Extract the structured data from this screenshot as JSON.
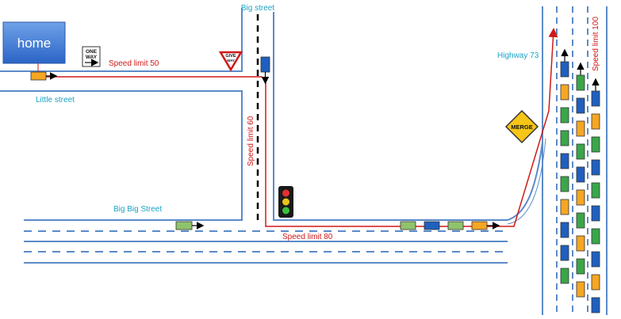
{
  "home": {
    "label": "home"
  },
  "streets": {
    "big_street": "Big street",
    "little_street": "Little street",
    "big_big_street": "Big Big Street",
    "highway": "Highway 73"
  },
  "speed_limits": {
    "little_street": "Speed limit 50",
    "big_street": "Speed limit 60",
    "big_big_street": "Speed limit 80",
    "highway": "Speed limit 100"
  },
  "signs": {
    "one_way_line1": "ONE",
    "one_way_line2": "WAY",
    "give_way_line1": "GIVE",
    "give_way_line2": "WAY",
    "merge": "MERGE"
  },
  "colors": {
    "road": "#5b8ac9",
    "route": "#d01818",
    "label": "#1ba3c6",
    "car_blue": "#1f5fbf",
    "car_orange": "#f5a623",
    "car_green": "#3aa64a",
    "car_light_green": "#8fc36b"
  },
  "highway_lanes": [
    {
      "cars": [
        "blue",
        "orange",
        "green",
        "green",
        "blue",
        "green",
        "orange",
        "blue",
        "blue",
        "green"
      ]
    },
    {
      "cars": [
        "green",
        "blue",
        "orange",
        "green",
        "blue",
        "orange",
        "green",
        "orange",
        "green",
        "orange"
      ]
    },
    {
      "cars": [
        "blue",
        "orange",
        "green",
        "blue",
        "green",
        "blue",
        "green",
        "blue",
        "orange",
        "blue"
      ]
    }
  ]
}
